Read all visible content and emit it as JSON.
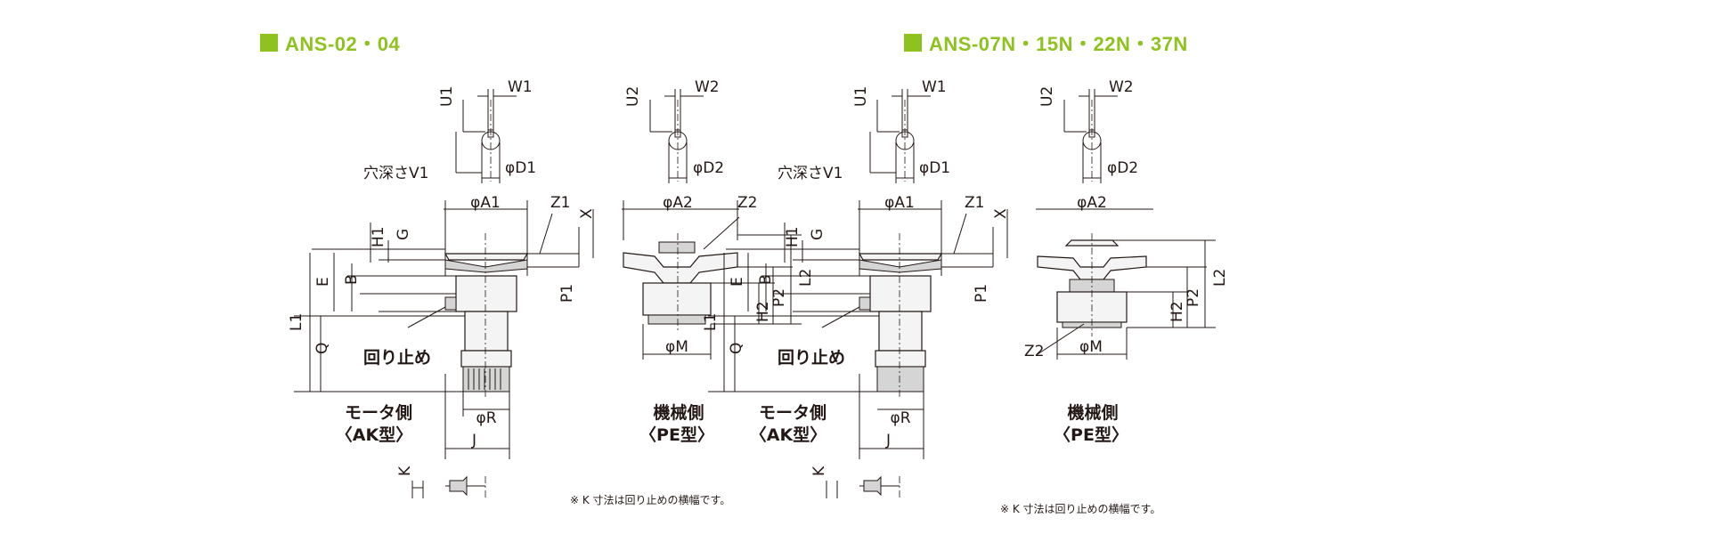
{
  "left": {
    "title": "ANS-02・04",
    "labels": {
      "u1": "U1",
      "w1": "W1",
      "u2": "U2",
      "w2": "W2",
      "hole_depth": "穴深さV1",
      "d1": "φD1",
      "d2": "φD2",
      "a1": "φA1",
      "z1": "Z1",
      "a2": "φA2",
      "z2": "Z2",
      "x": "X",
      "h1": "H1",
      "g": "G",
      "e": "E",
      "b": "B",
      "l1": "L1",
      "q": "Q",
      "p1": "P1",
      "h2": "H2",
      "p2": "P2",
      "l2": "L2",
      "rotation_stop": "回り止め",
      "m": "φM",
      "r": "φR",
      "j": "J",
      "k": "K"
    },
    "motor_side": "モータ側",
    "motor_type": "〈AK型〉",
    "machine_side": "機械側",
    "machine_type": "〈PE型〉",
    "note": "※ K 寸法は回り止めの横幅です。"
  },
  "right": {
    "title": "ANS-07N・15N・22N・37N",
    "labels": {
      "u1": "U1",
      "w1": "W1",
      "u2": "U2",
      "w2": "W2",
      "hole_depth": "穴深さV1",
      "d1": "φD1",
      "d2": "φD2",
      "a1": "φA1",
      "z1": "Z1",
      "a2": "φA2",
      "z2": "Z2",
      "x": "X",
      "h1": "H1",
      "g": "G",
      "e": "E",
      "b": "B",
      "l1": "L1",
      "q": "Q",
      "p1": "P1",
      "h2": "H2",
      "p2": "P2",
      "l2": "L2",
      "rotation_stop": "回り止め",
      "m": "φM",
      "r": "φR",
      "j": "J",
      "k": "K",
      "z2b": "Z2"
    },
    "motor_side": "モータ側",
    "motor_type": "〈AK型〉",
    "machine_side": "機械側",
    "machine_type": "〈PE型〉",
    "note": "※ K 寸法は回り止めの横幅です。"
  },
  "colors": {
    "accent": "#8dc21f",
    "line": "#231815"
  }
}
